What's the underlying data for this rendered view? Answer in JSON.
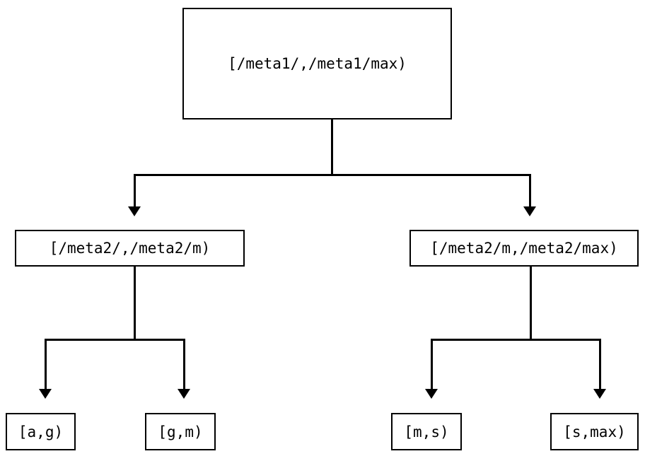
{
  "diagram": {
    "type": "tree",
    "title": "",
    "background_color": "#ffffff",
    "line_color": "#000000",
    "text_color": "#000000",
    "levels": 3,
    "root": {
      "label": "[/meta1/,/meta1/max)"
    },
    "level2": [
      {
        "label": "[/meta2/,/meta2/m)"
      },
      {
        "label": "[/meta2/m,/meta2/max)"
      }
    ],
    "level3": [
      {
        "label": "[a,g)"
      },
      {
        "label": "[g,m)"
      },
      {
        "label": "[m,s)"
      },
      {
        "label": "[s,max)"
      }
    ],
    "edges": [
      {
        "from": "[/meta1/,/meta1/max)",
        "to": "[/meta2/,/meta2/m)"
      },
      {
        "from": "[/meta1/,/meta1/max)",
        "to": "[/meta2/m,/meta2/max)"
      },
      {
        "from": "[/meta2/,/meta2/m)",
        "to": "[a,g)"
      },
      {
        "from": "[/meta2/,/meta2/m)",
        "to": "[g,m)"
      },
      {
        "from": "[/meta2/m,/meta2/max)",
        "to": "[m,s)"
      },
      {
        "from": "[/meta2/m,/meta2/max)",
        "to": "[s,max)"
      }
    ]
  }
}
